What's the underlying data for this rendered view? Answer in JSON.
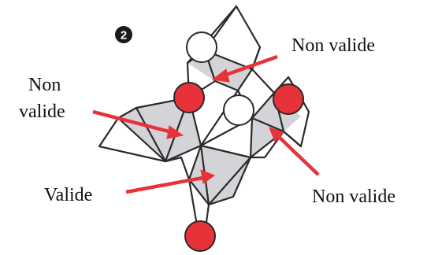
{
  "step_badge": "2",
  "labels": {
    "top_right": "Non valide",
    "left_line1": "Non",
    "left_line2": "valide",
    "valide": "Valide",
    "bottom_right": "Non valide"
  },
  "colors": {
    "red_node": "#e8323a",
    "white_node": "#ffffff",
    "shaded_triangle": "#d3d3d8",
    "edge": "#2a2a2a",
    "arrow": "#e8323a"
  }
}
